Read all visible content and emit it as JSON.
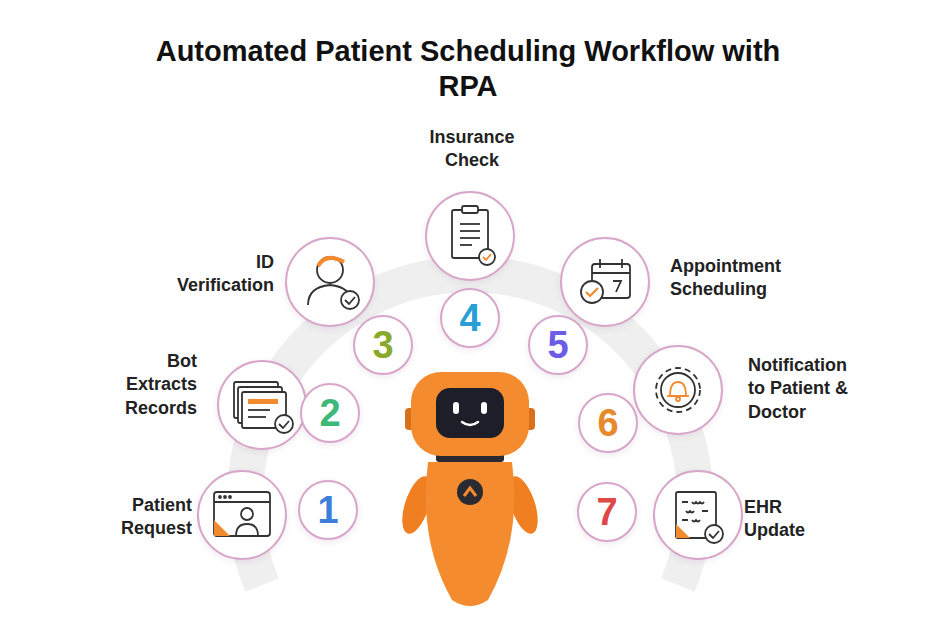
{
  "diagram": {
    "title": "Automated Patient Scheduling Workflow with RPA",
    "nodes": [
      {
        "text": [
          "Patient Request"
        ]
      },
      {
        "text": [
          "1"
        ]
      },
      {
        "text": [
          "Bot Extracts Records"
        ]
      },
      {
        "text": [
          "2"
        ]
      },
      {
        "text": [
          "ID Verification"
        ]
      },
      {
        "text": [
          "3"
        ]
      },
      {
        "text": [
          "Insurance Check"
        ]
      },
      {
        "text": [
          "4"
        ]
      },
      {
        "text": [
          "Appointment Scheduling"
        ]
      },
      {
        "text": [
          "5"
        ]
      },
      {
        "text": [
          "Notification to Patient & Doctor"
        ]
      },
      {
        "text": [
          "6"
        ]
      },
      {
        "text": [
          "EHR Update"
        ]
      },
      {
        "text": [
          "7"
        ]
      }
    ]
  }
}
